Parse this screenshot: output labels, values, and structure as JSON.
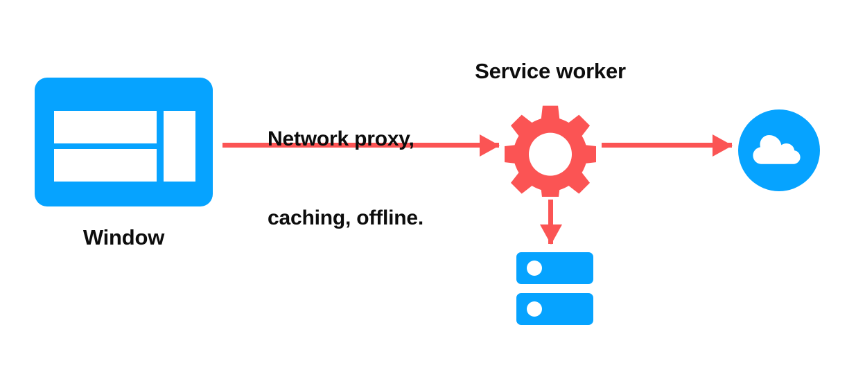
{
  "diagram": {
    "title": "Service worker network proxy diagram",
    "background_color": "#ffffff",
    "palette": {
      "blue": "#06A3FF",
      "red": "#FB5454",
      "text": "#0d0d0d",
      "white": "#ffffff"
    },
    "nodes": {
      "window": {
        "icon": "window-icon",
        "label": "Window",
        "color": "#06A3FF"
      },
      "service_worker": {
        "icon": "gear-icon",
        "label": "Service worker",
        "color": "#FB5454"
      },
      "cloud": {
        "icon": "cloud-icon",
        "label": "",
        "color": "#06A3FF"
      },
      "storage": {
        "icon": "database-icon",
        "label": "",
        "color": "#06A3FF"
      }
    },
    "edges": [
      {
        "id": "window-to-service-worker",
        "from": "window",
        "to": "service_worker",
        "direction": "right",
        "color": "#FB5454",
        "caption_lines": [
          "Network proxy,",
          "caching, offline."
        ]
      },
      {
        "id": "service-worker-to-cloud",
        "from": "service_worker",
        "to": "cloud",
        "direction": "right",
        "color": "#FB5454",
        "caption_lines": []
      },
      {
        "id": "service-worker-to-storage",
        "from": "service_worker",
        "to": "storage",
        "direction": "down",
        "color": "#FB5454",
        "caption_lines": []
      }
    ],
    "captions": {
      "edge_line_1": "Network proxy,",
      "edge_line_2": "caching, offline."
    }
  }
}
